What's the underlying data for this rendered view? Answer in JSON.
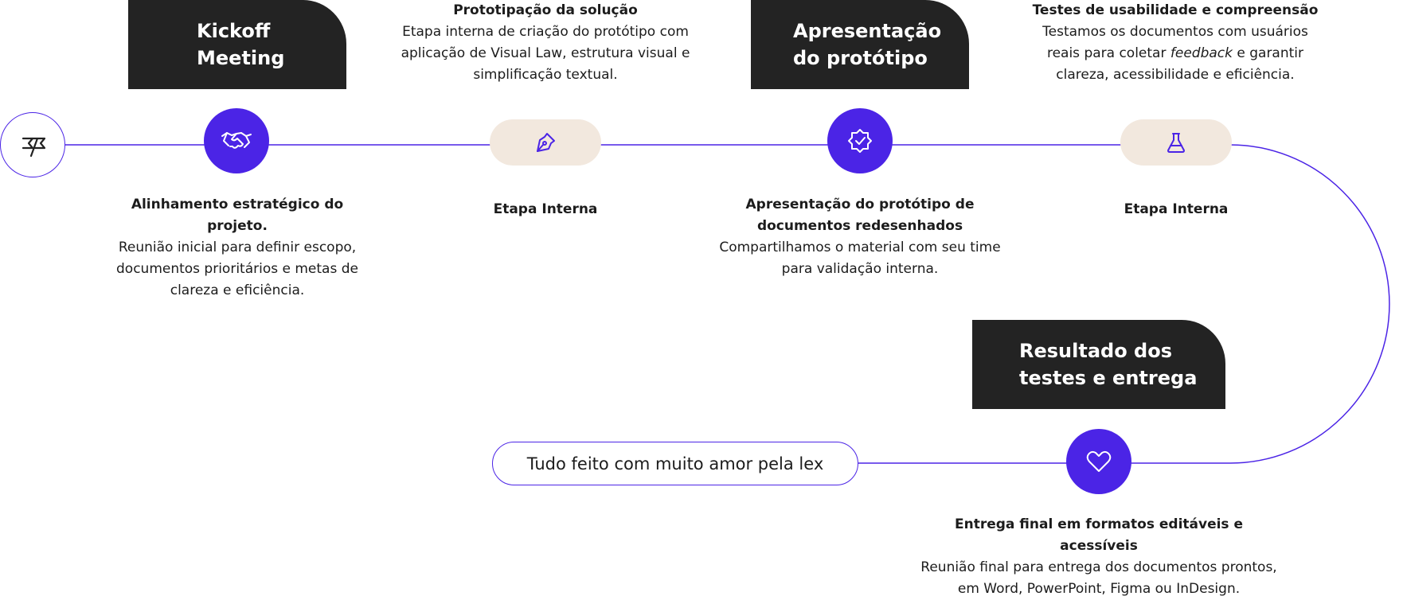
{
  "colors": {
    "accent": "#4b24e6",
    "dark": "#232323",
    "beige": "#f2e8de"
  },
  "steps": [
    {
      "title": "Kickoff\nMeeting",
      "icon": "handshake-icon",
      "heading": "Alinhamento estratégico do projeto.",
      "body": "Reunião inicial para definir escopo, documentos prioritários e metas de clareza e eficiência."
    },
    {
      "icon": "pen-nib-icon",
      "heading": "Prototipação da solução",
      "body": "Etapa interna de criação do protótipo com aplicação de Visual Law, estrutura visual e simplificação textual.",
      "label": "Etapa Interna"
    },
    {
      "title": "Apresentação\ndo protótipo",
      "icon": "badge-check-icon",
      "heading": "Apresentação do protótipo de documentos redesenhados",
      "body": "Compartilhamos o material com seu time para validação interna."
    },
    {
      "icon": "flask-icon",
      "heading": "Testes de usabilidade e compreensão",
      "body_before": "Testamos os documentos com usuários reais para coletar ",
      "body_em": "feedback",
      "body_after": " e garantir clareza, acessibilidade e eficiência.",
      "label": "Etapa Interna"
    },
    {
      "title": "Resultado dos\ntestes e entrega",
      "icon": "heart-icon",
      "heading": "Entrega final em formatos editáveis e acessíveis",
      "body": "Reunião final para entrega dos documentos prontos, em Word, PowerPoint, Figma ou InDesign."
    }
  ],
  "start_icon": "flag-icon",
  "end_label": "Tudo feito com muito amor pela lex"
}
